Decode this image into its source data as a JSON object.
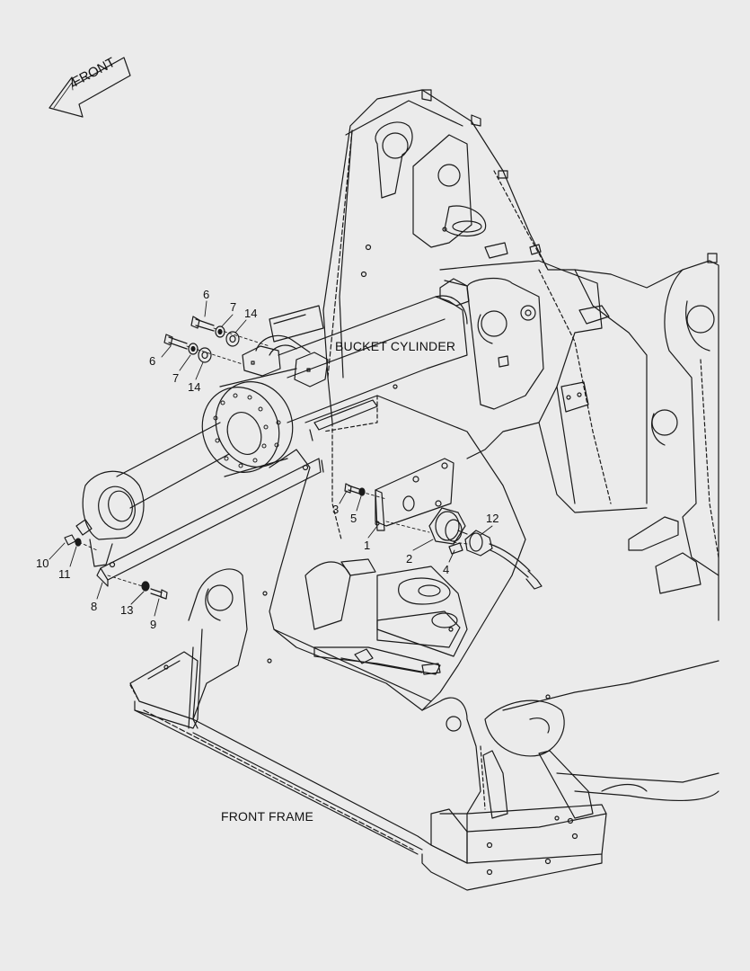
{
  "diagram": {
    "front_arrow_text": "FRONT",
    "bucket_cylinder_label": "BUCKET CYLINDER",
    "front_frame_label": "FRONT FRAME",
    "callouts": [
      {
        "id": "c6a",
        "text": "6"
      },
      {
        "id": "c7a",
        "text": "7"
      },
      {
        "id": "c14a",
        "text": "14"
      },
      {
        "id": "c6b",
        "text": "6"
      },
      {
        "id": "c7b",
        "text": "7"
      },
      {
        "id": "c14b",
        "text": "14"
      },
      {
        "id": "c3",
        "text": "3"
      },
      {
        "id": "c5",
        "text": "5"
      },
      {
        "id": "c1",
        "text": "1"
      },
      {
        "id": "c2",
        "text": "2"
      },
      {
        "id": "c4",
        "text": "4"
      },
      {
        "id": "c12",
        "text": "12"
      },
      {
        "id": "c10",
        "text": "10"
      },
      {
        "id": "c11",
        "text": "11"
      },
      {
        "id": "c8",
        "text": "8"
      },
      {
        "id": "c13",
        "text": "13"
      },
      {
        "id": "c9",
        "text": "9"
      }
    ],
    "colors": {
      "background": "#ebebeb",
      "line": "#1a1a1a"
    }
  }
}
